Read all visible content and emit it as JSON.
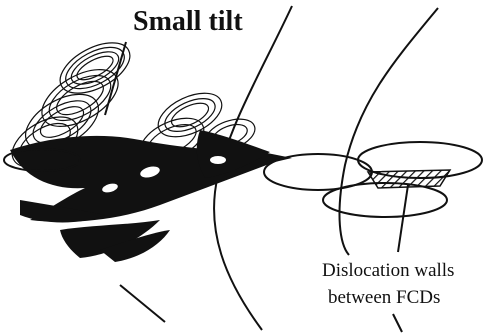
{
  "labels": {
    "small_tilt": "Small tilt",
    "dislocation_walls_line1": "Dislocation walls",
    "dislocation_walls_line2": "between FCDs"
  }
}
